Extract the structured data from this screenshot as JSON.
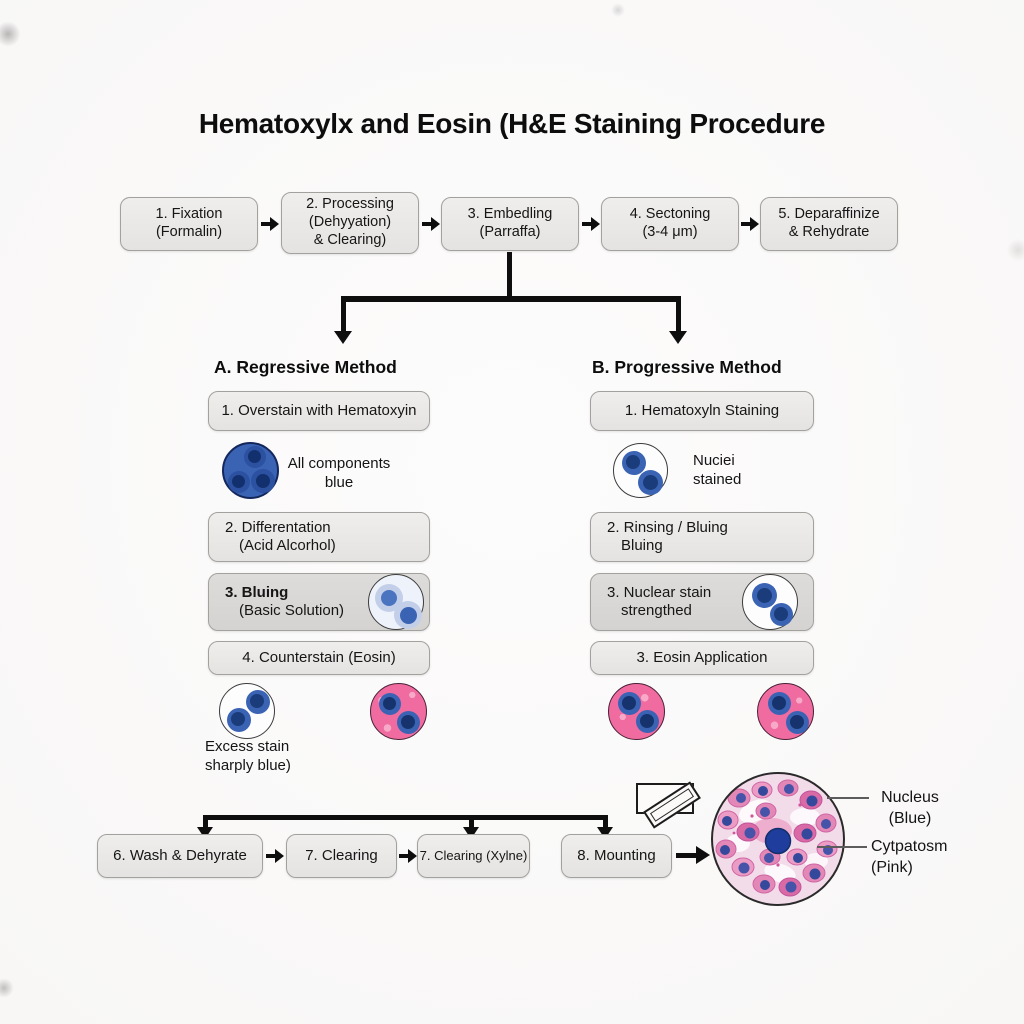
{
  "title": "Hematoxylx and Eosin (H&E Staining Procedure",
  "colors": {
    "box_fill": "#eceae8",
    "box_fill_dark": "#d9d7d5",
    "box_border": "#a3a19e",
    "arrow_black": "#0e0e0e",
    "hematoxylin_blue": "#3a63b4",
    "nucleus_navy": "#1b3c7a",
    "eosin_pink": "#ef6ba0"
  },
  "top_row": [
    "1. Fixation\n(Formalin)",
    "2. Processing\n(Dehyyation)\n& Clearing)",
    "3. Embedling\n(Parraffa)",
    "4. Sectoning\n(3-4 μm)",
    "5. Deparaffinize\n& Rehydrate"
  ],
  "regressive": {
    "heading": "A. Regressive Method",
    "step1": "1. Overstain with Hematoxyin",
    "caption1": "All components\nblue",
    "step2_line1": "2. Differentation",
    "step2_line2": "(Acid Alcorhol)",
    "step3_line1": "3. Bluing",
    "step3_line2": "(Basic Solution)",
    "step4": "4. Counterstain (Eosin)",
    "caption2": "Excess stain\nsharply blue)"
  },
  "progressive": {
    "heading": "B. Progressive Method",
    "step1": "1. Hematoxyln Staining",
    "caption1": "Nuciei\nstained",
    "step2_line1": "2. Rinsing / Bluing",
    "step2_line2": "Bluing",
    "step3_line1": "3. Nuclear stain",
    "step3_line2": "strengthed",
    "step4": "3. Eosin Application"
  },
  "bottom_row": [
    "6. Wash & Dehyrate",
    "7. Clearing",
    "7. Clearing (Xylne)",
    "8. Mounting"
  ],
  "result_labels": {
    "nucleus": "Nucleus\n(Blue)",
    "cytoplasm": "Cytpatosm\n(Pink)"
  }
}
